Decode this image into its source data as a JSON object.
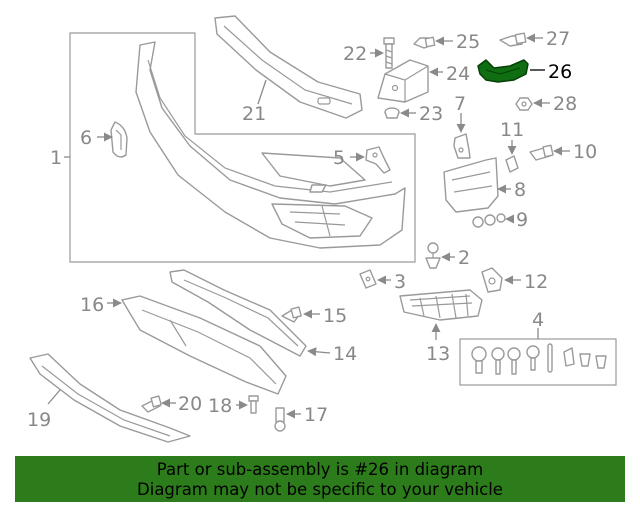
{
  "diagram": {
    "highlight_color": "#0f6e12",
    "labels": {
      "c1": "1",
      "c2": "2",
      "c3": "3",
      "c4": "4",
      "c5": "5",
      "c6": "6",
      "c7": "7",
      "c8": "8",
      "c9": "9",
      "c10": "10",
      "c11": "11",
      "c12": "12",
      "c13": "13",
      "c14": "14",
      "c15": "15",
      "c16": "16",
      "c17": "17",
      "c18": "18",
      "c19": "19",
      "c20": "20",
      "c21": "21",
      "c22": "22",
      "c23": "23",
      "c24": "24",
      "c25": "25",
      "c26": "26",
      "c27": "27",
      "c28": "28"
    }
  },
  "banner": {
    "background": "#2c7c1c",
    "line1": "Part or sub-assembly is #26 in diagram",
    "line2": "Diagram may not be specific to your vehicle"
  }
}
